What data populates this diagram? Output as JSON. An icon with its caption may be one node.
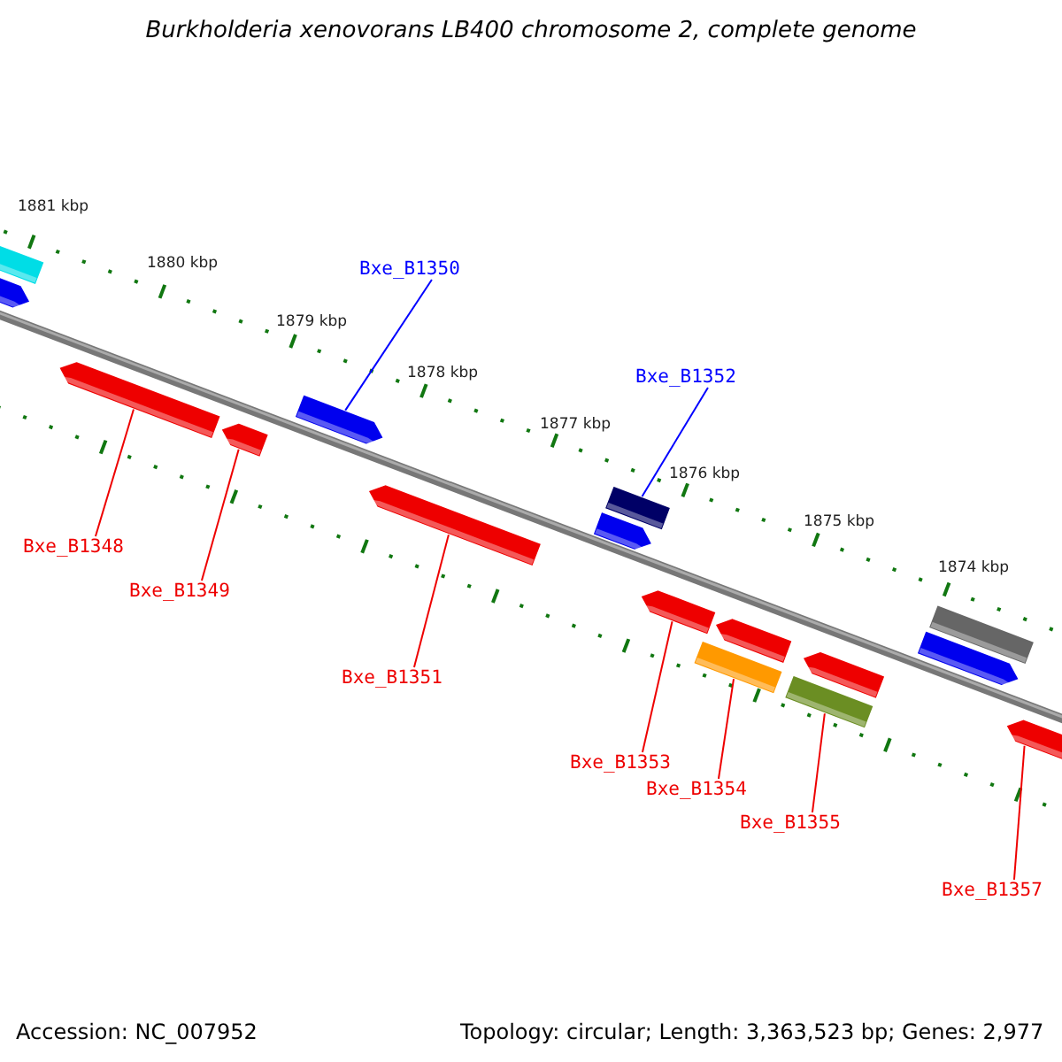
{
  "diagram": {
    "title": "Burkholderia xenovorans LB400 chromosome 2, complete genome",
    "nodes": [
      {
        "text": [
          "Bxe_B1350"
        ]
      },
      {
        "text": [
          "Bxe_B1352"
        ]
      },
      {
        "text": [
          "Bxe_B1348"
        ]
      },
      {
        "text": [
          "Bxe_B1349"
        ]
      },
      {
        "text": [
          "Bxe_B1351"
        ]
      },
      {
        "text": [
          "Bxe_B1353"
        ]
      },
      {
        "text": [
          "Bxe_B1354"
        ]
      },
      {
        "text": [
          "Bxe_B1355"
        ]
      },
      {
        "text": [
          "Bxe_B1357"
        ]
      },
      {
        "text": [],
        "shape": "bar"
      },
      {
        "text": [],
        "shape": "bar"
      },
      {
        "text": [],
        "shape": "bar"
      },
      {
        "text": [],
        "shape": "bar"
      },
      {
        "text": [],
        "shape": "bar"
      },
      {
        "text": [],
        "shape": "bar"
      },
      {
        "text": [],
        "shape": "bar"
      },
      {
        "text": [],
        "shape": "bar"
      },
      {
        "text": [],
        "shape": "bar"
      },
      {
        "text": [],
        "shape": "bar"
      },
      {
        "text": [],
        "shape": "bar"
      },
      {
        "text": [],
        "shape": "bar"
      },
      {
        "text": [],
        "shape": "bar"
      },
      {
        "text": [],
        "shape": "bar"
      },
      {
        "text": [],
        "shape": "bar"
      },
      {
        "text": [],
        "shape": "bar"
      }
    ],
    "edges": [
      {
        "from": 0,
        "to": 13,
        "arrow": "none",
        "color": "#0000ff"
      },
      {
        "from": 1,
        "to": 16,
        "arrow": "none",
        "color": "#0000ff"
      },
      {
        "from": 2,
        "to": 11,
        "arrow": "none"
      },
      {
        "from": 3,
        "to": 12,
        "arrow": "none"
      },
      {
        "from": 4,
        "to": 14,
        "arrow": "none"
      },
      {
        "from": 5,
        "to": 17,
        "arrow": "none"
      },
      {
        "from": 6,
        "to": 18,
        "arrow": "none"
      },
      {
        "from": 7,
        "to": 20,
        "arrow": "none"
      },
      {
        "from": 8,
        "to": 24,
        "arrow": "none"
      }
    ],
    "labels": [
      "1881 kbp",
      "1880 kbp",
      "1879 kbp",
      "1878 kbp",
      "1877 kbp",
      "1876 kbp",
      "1875 kbp",
      "1874 kbp",
      "Accession: NC_007952",
      "Topology: circular; Length: 3,363,523 bp; Genes: 2,977"
    ]
  }
}
